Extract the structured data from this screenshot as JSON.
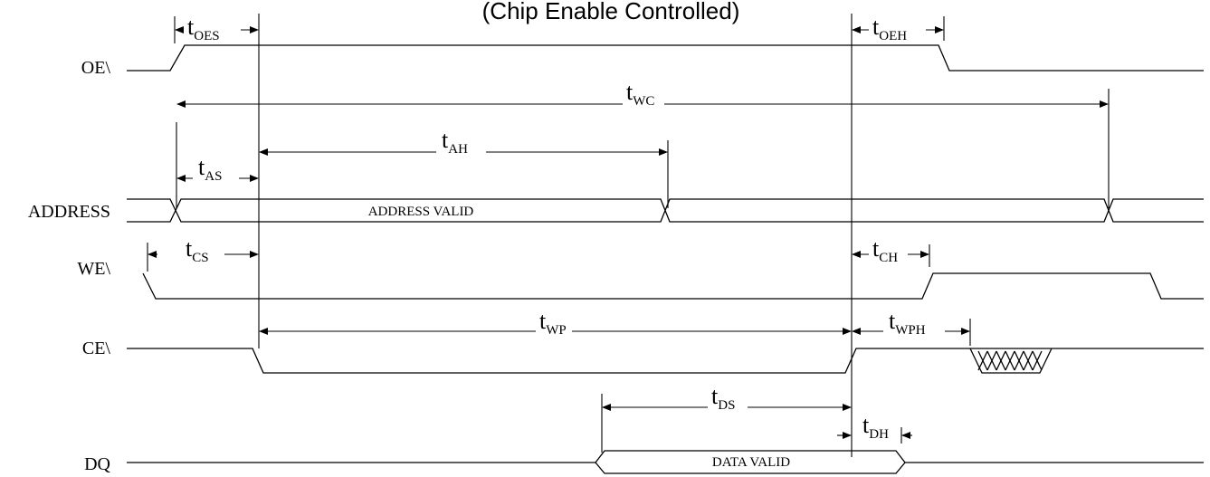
{
  "title": "(Chip Enable Controlled)",
  "signals": {
    "oe": "OE\\",
    "address": "ADDRESS",
    "we": "WE\\",
    "ce": "CE\\",
    "dq": "DQ"
  },
  "bus_labels": {
    "address_valid": "ADDRESS VALID",
    "data_valid": "DATA VALID"
  },
  "timings": {
    "oes": {
      "main": "t",
      "sub": "OES"
    },
    "oeh": {
      "main": "t",
      "sub": "OEH"
    },
    "wc": {
      "main": "t",
      "sub": "WC"
    },
    "ah": {
      "main": "t",
      "sub": "AH"
    },
    "as": {
      "main": "t",
      "sub": "AS"
    },
    "cs": {
      "main": "t",
      "sub": "CS"
    },
    "ch": {
      "main": "t",
      "sub": "CH"
    },
    "wp": {
      "main": "t",
      "sub": "WP"
    },
    "wph": {
      "main": "t",
      "sub": "WPH"
    },
    "ds": {
      "main": "t",
      "sub": "DS"
    },
    "dh": {
      "main": "t",
      "sub": "DH"
    }
  }
}
